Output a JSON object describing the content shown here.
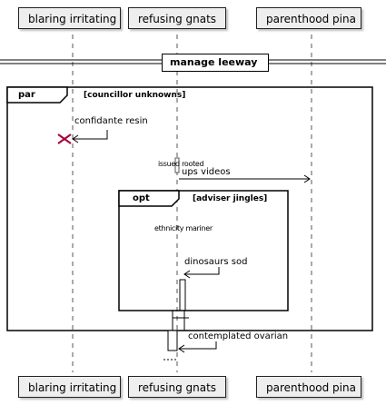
{
  "participants": [
    {
      "id": "p1",
      "label": "blaring irritating"
    },
    {
      "id": "p2",
      "label": "refusing gnats"
    },
    {
      "id": "p3",
      "label": "parenthood pina"
    }
  ],
  "divider": {
    "label": "manage leeway"
  },
  "fragments": {
    "par": {
      "keyword": "par",
      "guard": "[councillor unknowns]"
    },
    "opt": {
      "keyword": "opt",
      "guard": "[adviser jingles]"
    }
  },
  "messages": {
    "m1": "confidante resin",
    "m2": "issued rooted",
    "m3": "ups videos",
    "m4": "ethnicity mariner",
    "m5": "dinosaurs sod",
    "m6": "contemplated ovarian"
  },
  "colors": {
    "line": "#000000",
    "lifeline": "#555555",
    "box_fill": "#eeeeee",
    "lost_x": "#a80036"
  }
}
